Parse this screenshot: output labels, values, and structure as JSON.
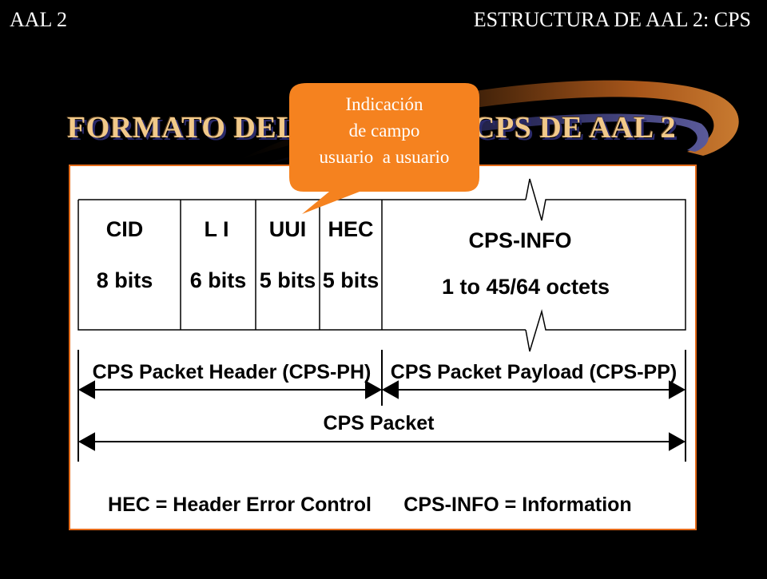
{
  "header": {
    "left": "AAL 2",
    "right": "ESTRUCTURA DE AAL 2: CPS"
  },
  "title": {
    "left_part": "FORMATO DEL",
    "right_part": "CPS DE AAL 2"
  },
  "callout": {
    "line1": "Indicación",
    "line2": "de campo",
    "line3": "usuario  a usuario"
  },
  "fields": [
    {
      "name": "CID",
      "size": "8 bits"
    },
    {
      "name": "L I",
      "size": "6 bits"
    },
    {
      "name": "UUI",
      "size": "5 bits"
    },
    {
      "name": "HEC",
      "size": "5 bits"
    },
    {
      "name": "CPS-INFO",
      "size": "1 to 45/64 octets"
    }
  ],
  "ranges": {
    "header": "CPS Packet Header (CPS-PH)",
    "payload": "CPS Packet Payload (CPS-PP)",
    "packet": "CPS Packet"
  },
  "legend": {
    "hec": "HEC = Header Error Control",
    "info": "CPS-INFO = Information"
  },
  "colors": {
    "title": "#f1c98a",
    "callout": "#f5821f",
    "border": "#e46b1a"
  }
}
